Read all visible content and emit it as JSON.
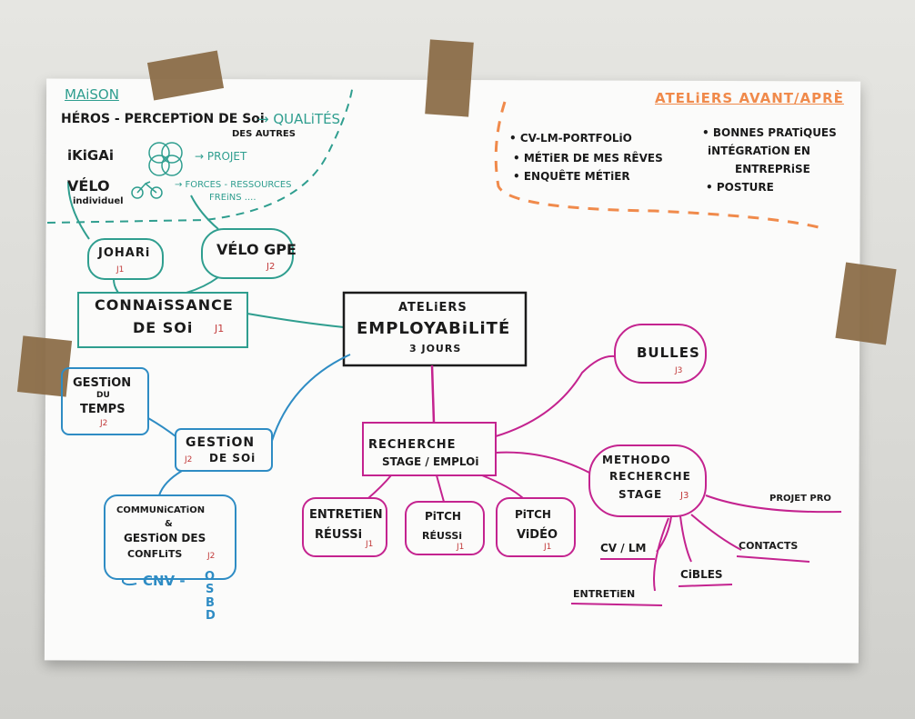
{
  "title": {
    "line1": "ATELiERS",
    "line2": "EMPLOYABiLiTÉ",
    "line3": "3 JOURS"
  },
  "maison": {
    "label": "MAiSON",
    "heros": "HÉROS - PERCEPTiON DE Soi",
    "heros_sub": "DES AUTRES",
    "heros_result": "→ QUALiTÉS",
    "ikigai": "iKiGAi",
    "ikigai_result": "→ PROJET",
    "velo": "VÉLO",
    "velo_sub": "individuel",
    "velo_result": "→ FORCES - RESSOURCES",
    "velo_result2": "FREiNS ...."
  },
  "ateliers_avant": {
    "title": "ATELiERS AVANT/APRÈ",
    "left": [
      "• CV-LM-PORTFOLiO",
      "• MÉTiER DE MES RÊVES",
      "• ENQUÊTE MÉTiER"
    ],
    "right": [
      "• BONNES PRATiQUES",
      "iNTÉGRATiON EN",
      "ENTREPRiSE",
      "• POSTURE"
    ]
  },
  "connaissance": {
    "line1": "CONNAiSSANCE",
    "line2": "DE SOi",
    "day": "J1",
    "johari": "JOHARi",
    "johari_day": "J1",
    "velo_gpe": "VÉLO GPE",
    "velo_gpe_day": "J2"
  },
  "gestion": {
    "line1": "GESTiON",
    "line2": "DE SOi",
    "day": "J2",
    "temps1": "GESTiON",
    "temps2": "DU",
    "temps3": "TEMPS",
    "temps_day": "J2",
    "comm1": "COMMUNiCATiON",
    "comm2": "&",
    "comm3": "GESTiON DES",
    "comm4": "CONFLiTS",
    "comm_day": "J2",
    "cnv": "CNV -",
    "osbd": [
      "O",
      "S",
      "B",
      "D"
    ]
  },
  "recherche": {
    "line1": "RECHERCHE",
    "line2": "STAGE / EMPLOi",
    "entretien1": "ENTRETiEN",
    "entretien2": "RÉUSSi",
    "entretien_day": "J1",
    "pitch1": "PiTCH",
    "pitch2": "RÉUSSi",
    "pitch_day": "J1",
    "video1": "PiTCH",
    "video2": "ViDÉO",
    "video_day": "J1",
    "bulles": "BULLES",
    "bulles_day": "J3",
    "methodo1": "METHODO",
    "methodo2": "RECHERCHE",
    "methodo3": "STAGE",
    "methodo_day": "J3",
    "projet_pro": "PROJET PRO",
    "cv_lm": "CV / LM",
    "contacts": "CONTACTS",
    "cibles": "CiBLES",
    "entretien": "ENTRETiEN"
  },
  "colors": {
    "teal": "#2f9e8f",
    "blue": "#2e8cc4",
    "pink": "#c4238f",
    "orange": "#f08a4b",
    "red": "#c23a3a",
    "ink": "#1b1b1b",
    "tape": "#8a6a45"
  }
}
